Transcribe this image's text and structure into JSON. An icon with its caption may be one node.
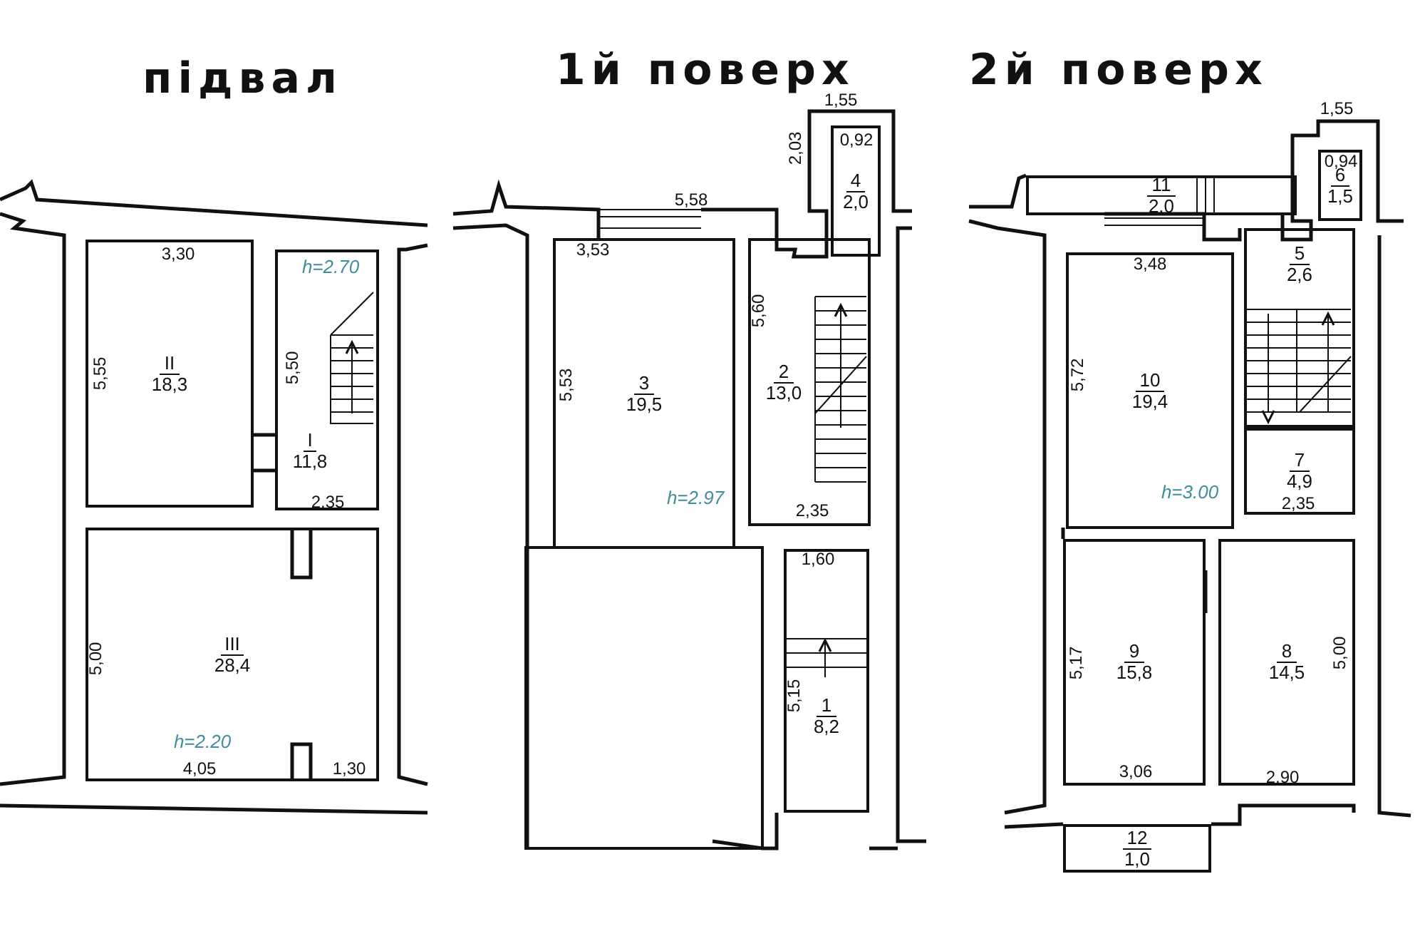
{
  "diagram": {
    "nodes": [
      {
        "text": [
          "підвал"
        ]
      },
      {
        "text": [
          "II",
          "18,3"
        ],
        "in": 0
      },
      {
        "text": [
          "I",
          "11,8"
        ],
        "in": 0
      },
      {
        "text": [
          "III",
          "28,4"
        ],
        "in": 0
      },
      {
        "text": [
          "1й поверх"
        ]
      },
      {
        "text": [
          "4",
          "2,0"
        ],
        "in": 4
      },
      {
        "text": [
          "3",
          "19,5"
        ],
        "in": 4
      },
      {
        "text": [
          "2",
          "13,0"
        ],
        "in": 4
      },
      {
        "text": [
          "1",
          "8,2"
        ],
        "in": 4
      },
      {
        "text": [],
        "shape": "box",
        "in": 4
      },
      {
        "text": [
          "2й поверх"
        ]
      },
      {
        "text": [
          "11",
          "2,0"
        ],
        "in": 10
      },
      {
        "text": [
          "6",
          "1,5"
        ],
        "in": 10
      },
      {
        "text": [
          "10",
          "19,4"
        ],
        "in": 10
      },
      {
        "text": [
          "5",
          "2,6"
        ],
        "in": 10
      },
      {
        "text": [
          "7",
          "4,9"
        ],
        "in": 10
      },
      {
        "text": [
          "9",
          "15,8"
        ],
        "in": 10
      },
      {
        "text": [
          "8",
          "14,5"
        ],
        "in": 10
      },
      {
        "text": [
          "12",
          "1,0"
        ],
        "in": 10
      }
    ],
    "labels": [
      "3,30",
      "h=2.70",
      "5,55",
      "5,50",
      "2,35",
      "5,00",
      "h=2.20",
      "4,05",
      "1,30",
      "1,55",
      "0,92",
      "2,03",
      "5,58",
      "3,53",
      "5,60",
      "5,53",
      "h=2.97",
      "2,35",
      "1,60",
      "5,15",
      "1,55",
      "0,94",
      "3,48",
      "5,72",
      "h=3.00",
      "2,35",
      "5,17",
      "5,00",
      "3,06",
      "2,90"
    ]
  }
}
